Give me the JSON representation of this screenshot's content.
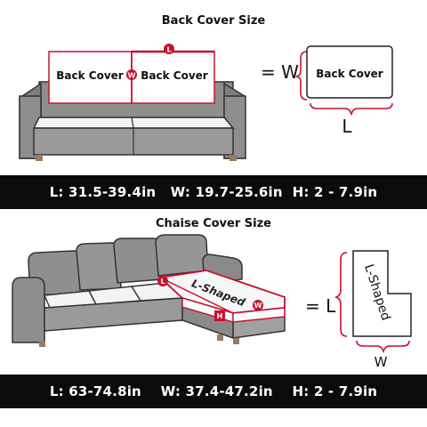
{
  "back_section": {
    "title": "Back Cover Size",
    "cushion_left_label": "Back Cover",
    "cushion_right_label": "Back Cover",
    "marker_l": "L",
    "marker_w": "W",
    "equals_w": "= W",
    "cover_label": "Back Cover",
    "cover_dim_l": "L",
    "specs": {
      "l": "L: 31.5-39.4in",
      "w": "W: 19.7-25.6in",
      "h": "H: 2 - 7.9in"
    }
  },
  "chaise_section": {
    "title": "Chaise Cover Size",
    "seat_label": "L-Shaped",
    "marker_l": "L",
    "marker_w": "W",
    "marker_h": "H",
    "equals_l": "= L",
    "cover_label": "L-Shaped",
    "cover_dim_w": "W",
    "specs": {
      "l": "L: 63-74.8in",
      "w": "W: 37.4-47.2in",
      "h": "H: 2 - 7.9in"
    }
  },
  "colors": {
    "sofa_gray": "#8e8e8e",
    "sofa_dark": "#6d6d6d",
    "accent_red": "#c8102e",
    "bar_black": "#0b0b0b"
  }
}
